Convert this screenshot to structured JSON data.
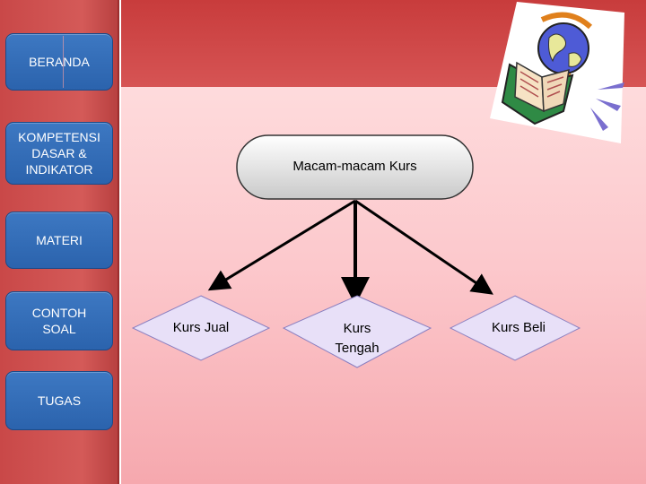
{
  "sidebar": {
    "items": [
      {
        "label": "BERANDA"
      },
      {
        "label": "KOMPETENSI\nDASAR &\nINDIKATOR"
      },
      {
        "label": "MATERI"
      },
      {
        "label": "CONTOH\nSOAL"
      },
      {
        "label": "TUGAS"
      }
    ]
  },
  "diagram": {
    "root": "Macam-macam Kurs",
    "children": [
      "Kurs Jual",
      "Kurs\nTengah",
      "Kurs Beli"
    ]
  },
  "icons": {
    "clipart": "globe-book-icon"
  },
  "colors": {
    "sidebar": "#c94848",
    "nav_button": "#2b63ad",
    "header_band": "#c83c3c",
    "diamond_fill": "#e8e0f8"
  }
}
